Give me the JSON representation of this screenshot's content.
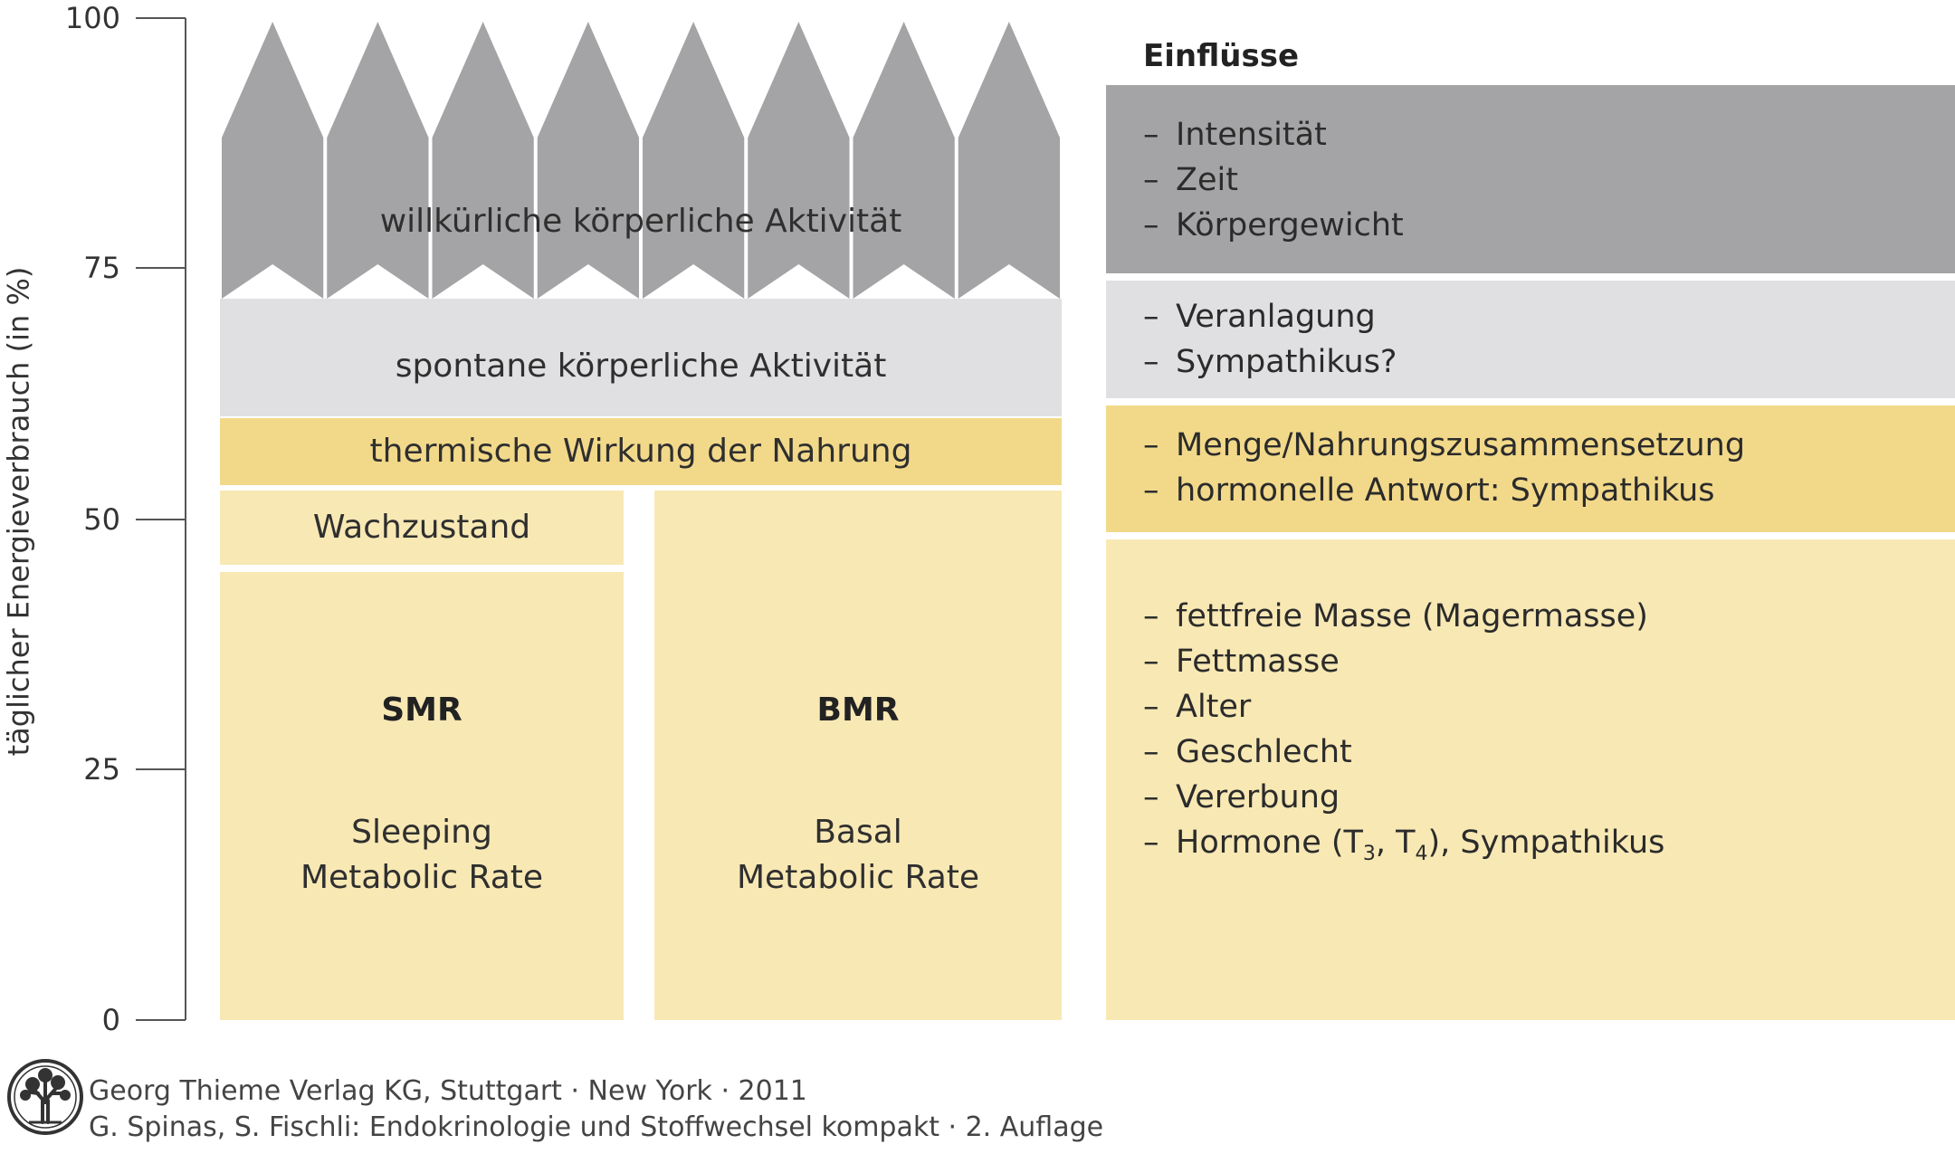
{
  "y_axis": {
    "label": "täglicher Energieverbrauch (in %)",
    "ticks": [
      "100",
      "75",
      "50",
      "25",
      "0"
    ]
  },
  "left_stack": {
    "voluntary": "willkürliche körperliche Aktivität",
    "spontaneous": "spontane körperliche Aktivität",
    "thermic": "thermische Wirkung der Nahrung",
    "awake": "Wachzustand",
    "smr": {
      "abbr": "SMR",
      "line1": "Sleeping",
      "line2": "Metabolic Rate"
    },
    "bmr": {
      "abbr": "BMR",
      "line1": "Basal",
      "line2": "Metabolic Rate"
    }
  },
  "influences": {
    "title": "Einflüsse",
    "activity": [
      "Intensität",
      "Zeit",
      "Körpergewicht"
    ],
    "spontaneous": [
      "Veranlagung",
      "Sympathikus?"
    ],
    "thermic": [
      "Menge/Nahrungszusammensetzung",
      "hormonelle Antwort: Sympathikus"
    ],
    "basal": [
      "fettfreie Masse (Magermasse)",
      "Fettmasse",
      "Alter",
      "Geschlecht",
      "Vererbung"
    ],
    "hormones": {
      "prefix": "Hormone (T",
      "sub1": "3",
      "mid": ", T",
      "sub2": "4",
      "suffix": "), Sympathikus"
    },
    "dash": "–"
  },
  "credits": {
    "line1": "Georg Thieme Verlag KG, Stuttgart · New York · 2011",
    "line2": "G. Spinas, S. Fischli: Endokrinologie und Stoffwechsel kompakt · 2. Auflage"
  },
  "colors": {
    "dark_grey": "#a4a4a6",
    "light_grey": "#e0e0e2",
    "mid_yellow": "#f2d98a",
    "pale_yellow": "#f8e8b4"
  }
}
